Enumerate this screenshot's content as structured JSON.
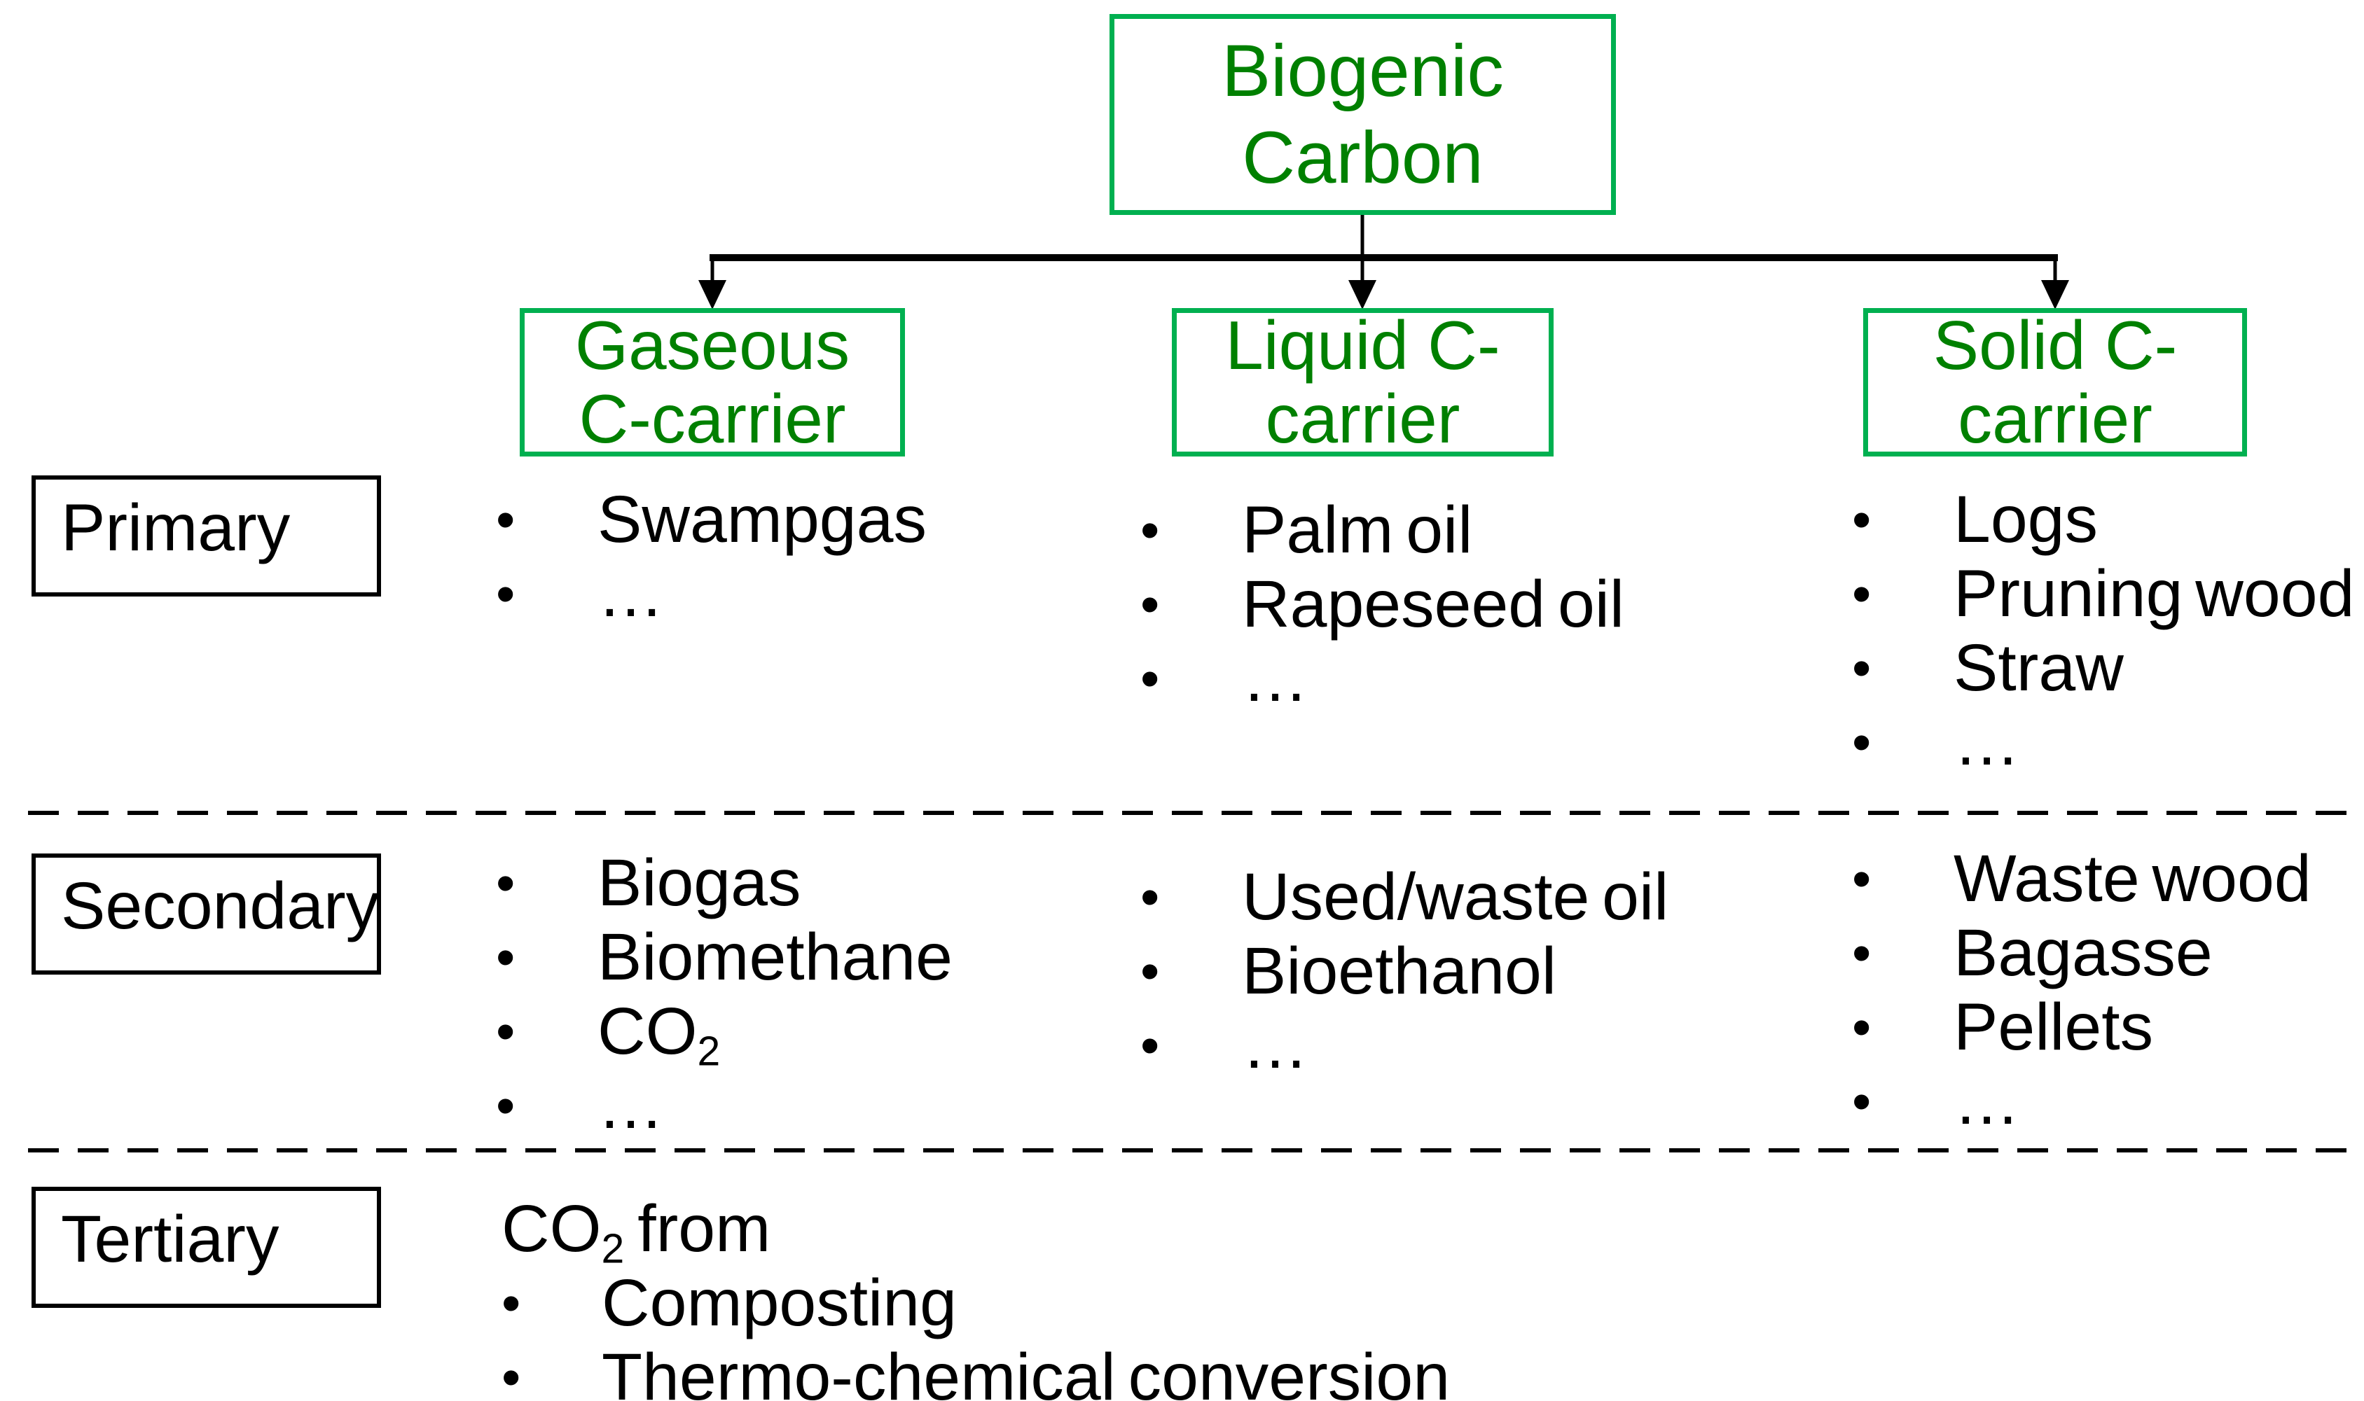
{
  "ui": {
    "bullet": "•"
  },
  "colors": {
    "green_border": "#00B050",
    "green_text": "#008000",
    "text_black": "#000000",
    "background": "#FFFFFF"
  },
  "root_box": {
    "line1": "Biogenic",
    "line2": "Carbon"
  },
  "carrier_boxes": [
    {
      "line1": "Gaseous",
      "line2": "C-carrier"
    },
    {
      "line1": "Liquid C-",
      "line2": "carrier"
    },
    {
      "line1": "Solid C-",
      "line2": "carrier"
    }
  ],
  "row_labels": {
    "primary": "Primary",
    "secondary": "Secondary",
    "tertiary": "Tertiary"
  },
  "chem": {
    "co2": {
      "base": "CO",
      "sub": "2"
    }
  },
  "lists": {
    "gaseous": {
      "primary": [
        "Swampgas",
        "…"
      ],
      "secondary": [
        "Biogas",
        "Biomethane",
        "CO2",
        "…"
      ]
    },
    "liquid": {
      "primary": [
        "Palm oil",
        "Rapeseed oil",
        "…"
      ],
      "secondary": [
        "Used/waste oil",
        "Bioethanol",
        "…"
      ]
    },
    "solid": {
      "primary": [
        "Logs",
        "Pruning wood",
        "Straw",
        "…"
      ],
      "secondary": [
        "Waste wood",
        "Bagasse",
        "Pellets",
        "…"
      ]
    }
  },
  "tertiary": {
    "intro_rest": "from",
    "items": [
      "Composting",
      "Thermo-chemical conversion"
    ]
  }
}
